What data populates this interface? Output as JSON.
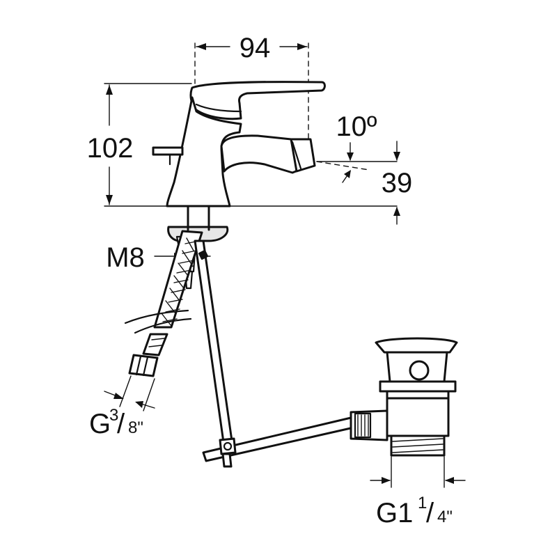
{
  "dimensions": {
    "width_label": "94",
    "height_label": "102",
    "angle_label": "10º",
    "spout_height_label": "39",
    "stud_thread_label": "M8"
  },
  "connections": {
    "hose_label_main": "G",
    "hose_label_num": "3",
    "hose_label_den": "8\"",
    "waste_label_main": "G1",
    "waste_label_num": "1",
    "waste_label_den": "4\""
  },
  "colors": {
    "line": "#111111",
    "background": "#ffffff"
  }
}
